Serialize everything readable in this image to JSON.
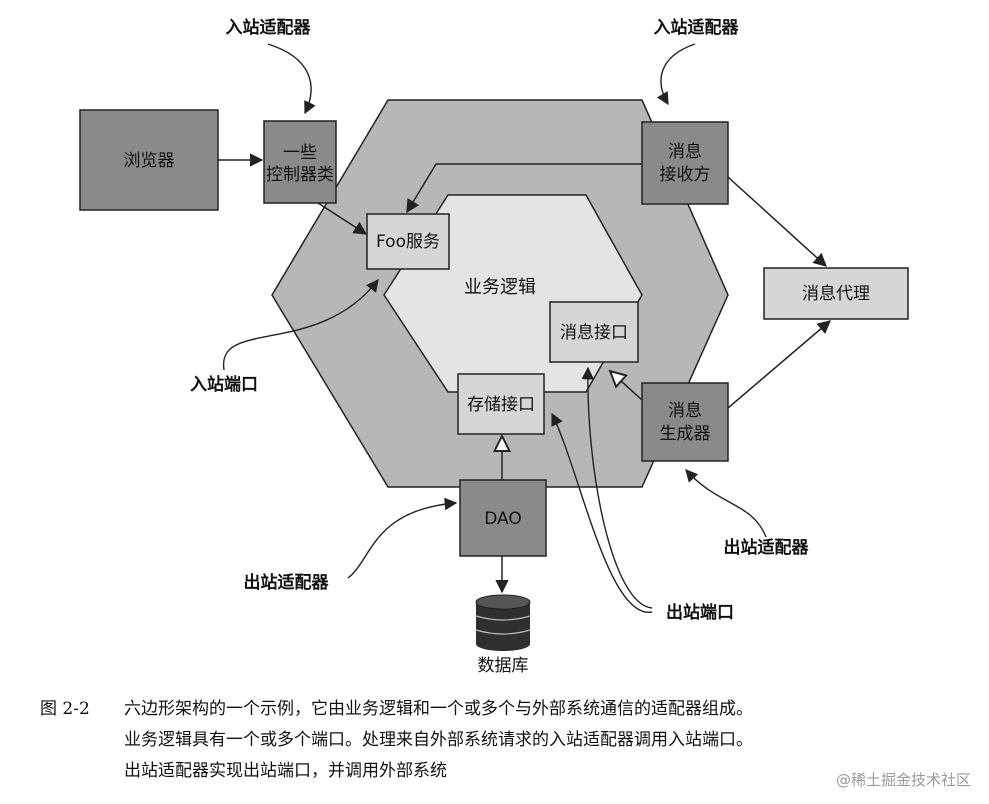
{
  "nodes": {
    "browser": "浏览器",
    "controllers_line1": "一些",
    "controllers_line2": "控制器类",
    "foo_service": "Foo服务",
    "business_logic": "业务逻辑",
    "message_interface": "消息接口",
    "storage_interface": "存储接口",
    "dao": "DAO",
    "database": "数据库",
    "message_receiver_line1": "消息",
    "message_receiver_line2": "接收方",
    "message_producer_line1": "消息",
    "message_producer_line2": "生成器",
    "message_broker": "消息代理"
  },
  "labels": {
    "inbound_adapter_left": "入站适配器",
    "inbound_adapter_right": "入站适配器",
    "inbound_port": "入站端口",
    "outbound_adapter_left": "出站适配器",
    "outbound_adapter_right": "出站适配器",
    "outbound_port": "出站端口"
  },
  "caption": {
    "number": "图 2-2",
    "line1": "六边形架构的一个示例，它由业务逻辑和一个或多个与外部系统通信的适配器组成。",
    "line2": "业务逻辑具有一个或多个端口。处理来自外部系统请求的入站适配器调用入站端口。",
    "line3": "出站适配器实现出站端口，并调用外部系统"
  },
  "watermark": "@稀土掘金技术社区",
  "colors": {
    "outer_hexagon": "#b7b7b7",
    "inner_hexagon": "#e4e4e4",
    "dark_box": "#8a8a8a",
    "light_box": "#d6d6d6",
    "stroke": "#222222"
  }
}
